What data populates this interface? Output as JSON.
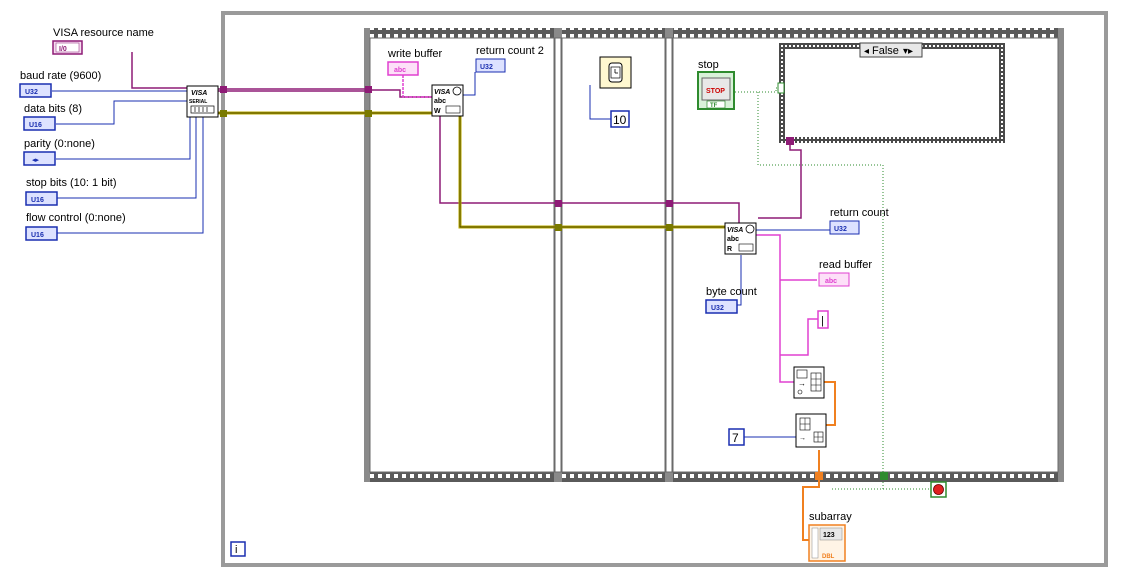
{
  "labels": {
    "visa_resource_name": "VISA resource name",
    "baud_rate": "baud rate (9600)",
    "data_bits": "data bits (8)",
    "parity": "parity (0:none)",
    "stop_bits": "stop bits (10: 1 bit)",
    "flow_control": "flow control (0:none)",
    "write_buffer": "write buffer",
    "return_count_2": "return count 2",
    "stop": "stop",
    "return_count": "return count",
    "read_buffer": "read buffer",
    "byte_count": "byte count",
    "subarray": "subarray"
  },
  "terminals": {
    "io": "I/0",
    "u32": "U32",
    "u16": "U16",
    "enum": "◂▸",
    "abc": "abc",
    "stop_btn": "STOP",
    "tf": "TF",
    "dbl": "DBL",
    "num123": "123",
    "visa_serial_top": "VISA",
    "visa_serial_bot": "SERIAL",
    "visa_w": "VISA",
    "visa_r": "VISA",
    "w_letter": "W",
    "r_letter": "R",
    "abc_small": "abc"
  },
  "constants": {
    "wait_ms": "10",
    "index": "7",
    "extra": "|",
    "case_selector": "False"
  },
  "loop": {
    "iteration": "i"
  },
  "colors": {
    "visa_wire": "#8e1b76",
    "error_wire": "#b8a800",
    "int_wire": "#1a2fb0",
    "string_wire": "#e040d0",
    "bool_wire": "#2e8b2e",
    "dbl_wire": "#f08020",
    "frame": "#9a9a9a"
  }
}
